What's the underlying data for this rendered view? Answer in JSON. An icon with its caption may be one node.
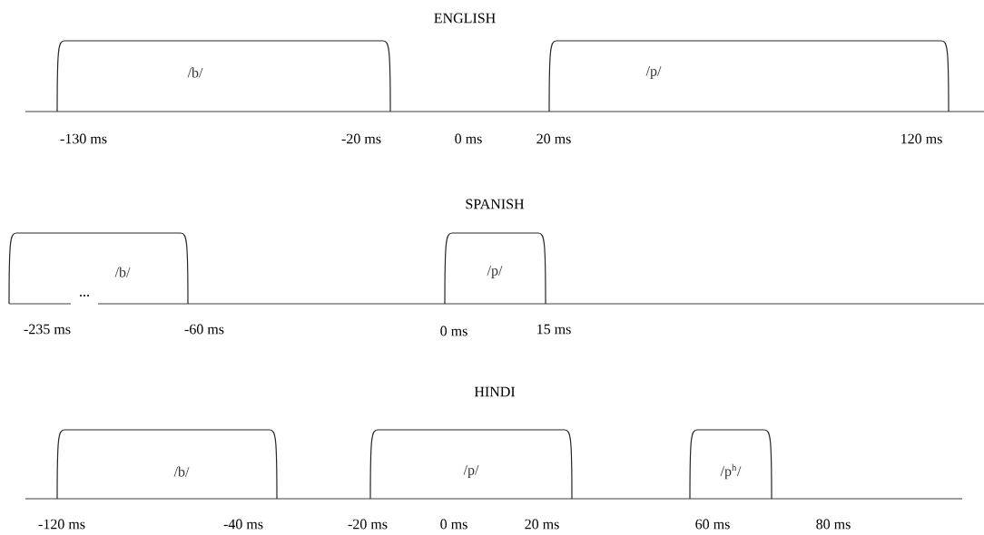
{
  "diagram": {
    "nodes": [
      {
        "text": [
          "/b/"
        ]
      },
      {
        "text": [
          "/p/"
        ]
      },
      {
        "text": [
          "/b/"
        ]
      },
      {
        "text": [
          "/p/"
        ]
      },
      {
        "text": [
          "/b/"
        ]
      },
      {
        "text": [
          "/p/"
        ]
      },
      {
        "text": [
          "/p$^{h}$/"
        ]
      }
    ],
    "labels": [
      "ENGLISH",
      "-130 ms",
      "-20 ms",
      "0 ms",
      "20 ms",
      "120 ms",
      "SPANISH",
      "...",
      "-235 ms",
      "-60 ms",
      "0 ms",
      "15 ms",
      "HINDI",
      "-120 ms",
      "-40 ms",
      "-20 ms",
      "0 ms",
      "20 ms",
      "60 ms",
      "80 ms"
    ]
  }
}
